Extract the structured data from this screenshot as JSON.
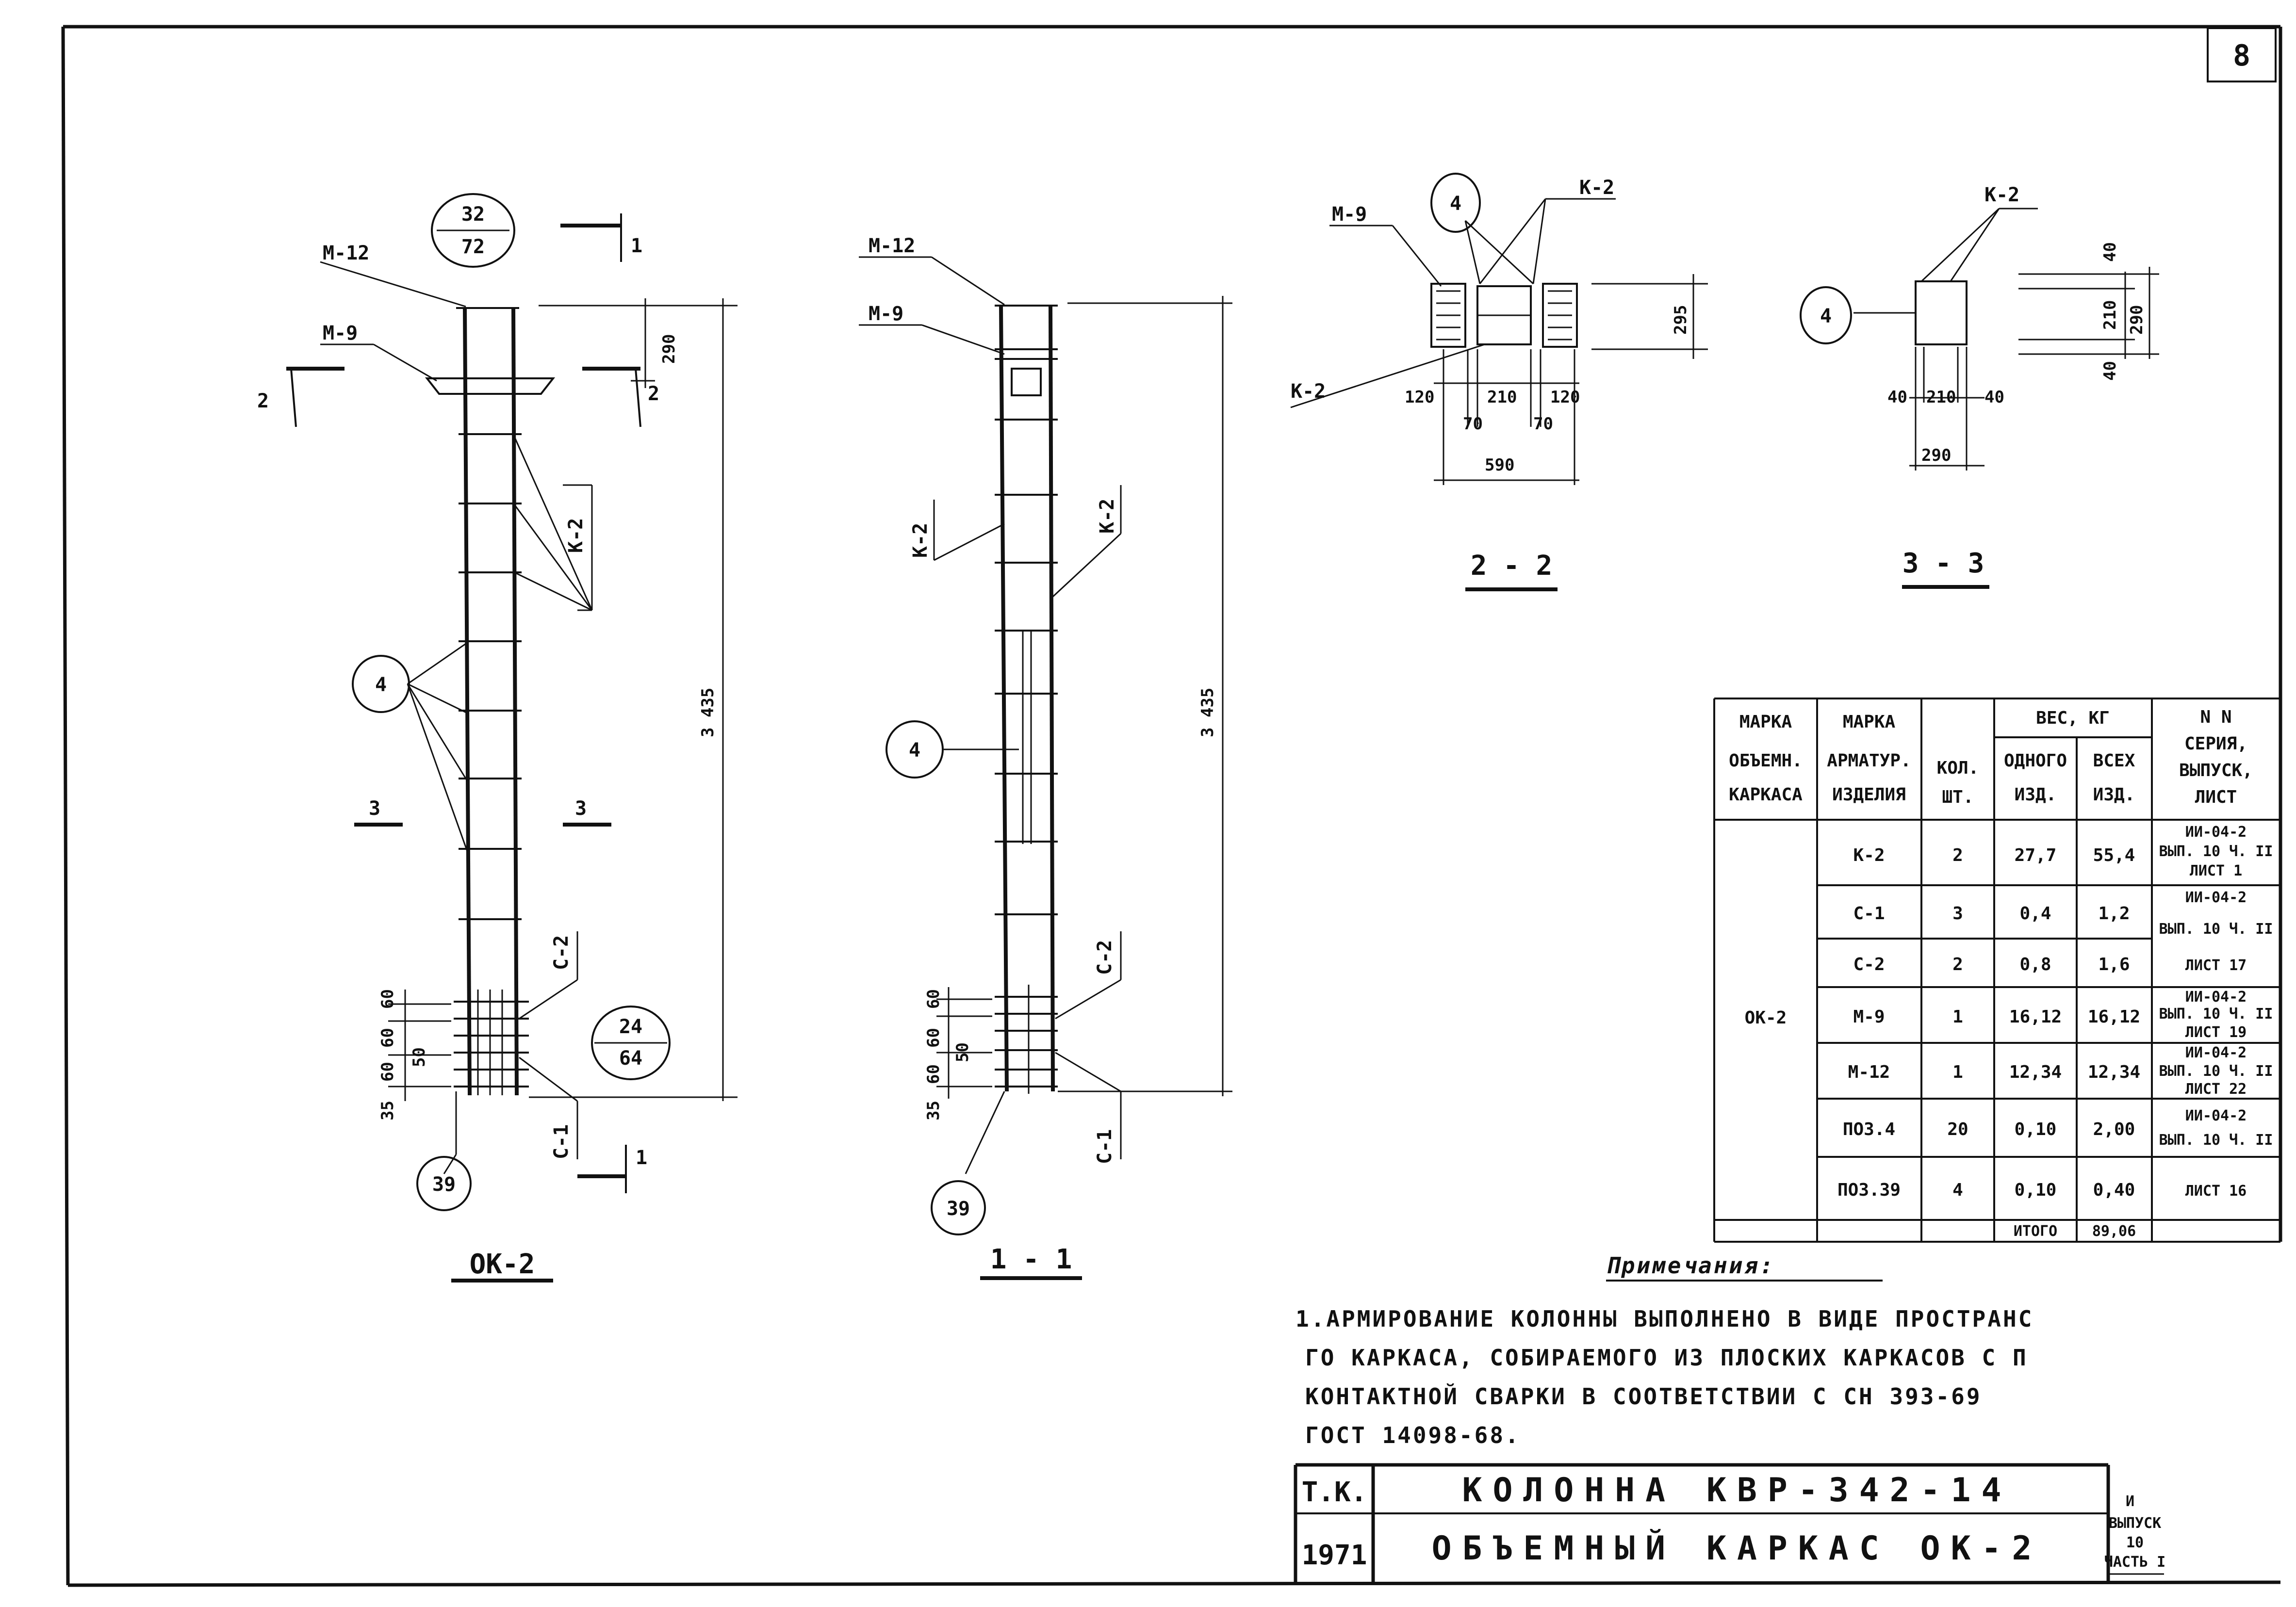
{
  "sheet": {
    "number": "8"
  },
  "view_ok2": {
    "caption": "ОК-2",
    "top_bubble": {
      "top": "32",
      "bottom": "72"
    },
    "bottom_bubble": {
      "top": "24",
      "bottom": "64"
    },
    "labels": {
      "m12": "М-12",
      "m9": "М-9",
      "k2": "К-2",
      "c2": "С-2",
      "c1": "С-1",
      "pos4": "4",
      "pos39": "39"
    },
    "section_marks": {
      "s1": "1",
      "s2": "2",
      "s3": "3"
    },
    "dims": {
      "top": "290",
      "height": "3 435",
      "d60a": "60",
      "d60b": "60",
      "d60c": "60",
      "d50": "50",
      "d35": "35"
    }
  },
  "view_11": {
    "caption": "1 - 1",
    "labels": {
      "m12": "М-12",
      "m9": "М-9",
      "k2a": "К-2",
      "k2b": "К-2",
      "c2": "С-2",
      "c1": "С-1",
      "pos4": "4",
      "pos39": "39"
    },
    "dims": {
      "height": "3 435",
      "d60a": "60",
      "d60b": "60",
      "d60c": "60",
      "d50": "50",
      "d35": "35"
    }
  },
  "view_22": {
    "caption": "2 - 2",
    "labels": {
      "m9": "М-9",
      "k2a": "К-2",
      "k2b": "К-2",
      "pos4": "4"
    },
    "dims": {
      "h": "295",
      "a": "120",
      "b": "210",
      "c": "120",
      "d": "70",
      "e": "70",
      "total": "590"
    }
  },
  "view_33": {
    "caption": "3 - 3",
    "labels": {
      "k2": "К-2",
      "pos4": "4"
    },
    "dims": {
      "v40a": "40",
      "v210": "210",
      "v40b": "40",
      "v290": "290",
      "h40a": "40",
      "h210": "210",
      "h40b": "40",
      "h290": "290"
    }
  },
  "spec_table": {
    "headers": {
      "mark_volume": [
        "МАРКА",
        "ОБЪЕМН.",
        "КАРКАСА"
      ],
      "mark_item": [
        "МАРКА",
        "АРМАТУР.",
        "ИЗДЕЛИЯ"
      ],
      "qty": [
        "КОЛ.",
        "ШТ."
      ],
      "weight": "ВЕС, КГ",
      "weight_one": [
        "ОДНОГО",
        "ИЗД."
      ],
      "weight_all": [
        "ВСЕХ",
        "ИЗД."
      ],
      "series": [
        "N N",
        "СЕРИЯ,",
        "ВЫПУСК,",
        "ЛИСТ"
      ]
    },
    "frame_mark": "ОК-2",
    "rows": [
      {
        "item": "К-2",
        "qty": "2",
        "one": "27,7",
        "all": "55,4"
      },
      {
        "item": "С-1",
        "qty": "3",
        "one": "0,4",
        "all": "1,2"
      },
      {
        "item": "С-2",
        "qty": "2",
        "one": "0,8",
        "all": "1,6"
      },
      {
        "item": "М-9",
        "qty": "1",
        "one": "16,12",
        "all": "16,12"
      },
      {
        "item": "М-12",
        "qty": "1",
        "one": "12,34",
        "all": "12,34"
      },
      {
        "item": "ПОЗ.4",
        "qty": "20",
        "one": "0,10",
        "all": "2,00"
      },
      {
        "item": "ПОЗ.39",
        "qty": "4",
        "one": "0,10",
        "all": "0,40"
      }
    ],
    "series_refs": [
      [
        "ИИ-04-2",
        "ВЫП. 10 Ч. II",
        "ЛИСТ 1"
      ],
      [
        "ИИ-04-2",
        "ВЫП. 10 Ч. II",
        "ЛИСТ 17"
      ],
      [
        "ИИ-04-2",
        "ВЫП. 10 Ч. II",
        "ЛИСТ 19"
      ],
      [
        "ИИ-04-2",
        "ВЫП. 10 Ч. II",
        "ЛИСТ 22"
      ],
      [
        "ИИ-04-2",
        "ВЫП. 10 Ч. II",
        "ЛИСТ 16"
      ]
    ],
    "total_label": "ИТОГО",
    "total_value": "89,06"
  },
  "notes": {
    "heading": "Примечания:",
    "lines": [
      "1.АРМИРОВАНИЕ КОЛОННЫ ВЫПОЛНЕНО В ВИДЕ ПРОСТРАНС",
      "ГО КАРКАСА, СОБИРАЕМОГО ИЗ ПЛОСКИХ КАРКАСОВ С П",
      "КОНТАКТНОЙ СВАРКИ В СООТВЕТСТВИИ С СН 393-69",
      "ГОСТ 14098-68."
    ]
  },
  "title_block": {
    "code": "Т.К.",
    "year": "1971",
    "title": "КОЛОННА КВР-342-14",
    "subtitle": "ОБЪЕМНЫЙ КАРКАС ОК-2",
    "issue": [
      "И",
      "ВЫПУСК",
      "10",
      "ЧАСТЬ I"
    ]
  }
}
